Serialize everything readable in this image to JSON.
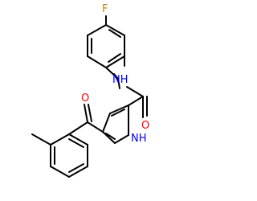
{
  "molecule": {
    "atoms": {
      "F": {
        "label": "F",
        "color": "#b8860b"
      },
      "NH": {
        "label": "NH",
        "color": "#0000ff"
      },
      "O1": {
        "label": "O",
        "color": "#ff0000"
      },
      "NH1": {
        "label": "NH",
        "color": "#0000ff"
      },
      "O2": {
        "label": "O",
        "color": "#ff0000"
      }
    },
    "bond_color": "#000000"
  }
}
